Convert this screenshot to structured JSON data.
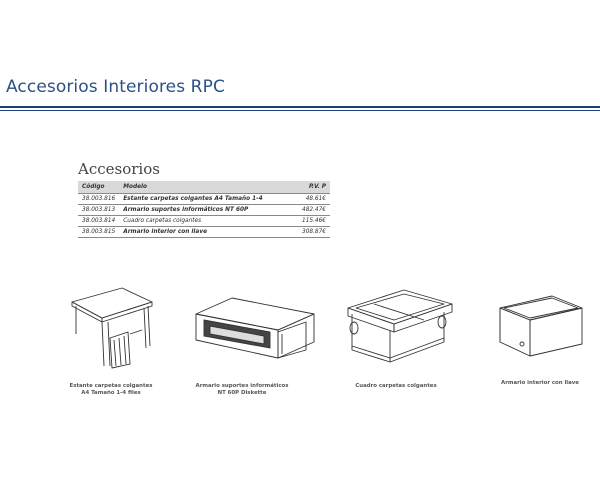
{
  "header": {
    "title": "Accesorios Interiores RPC"
  },
  "table": {
    "title": "Accesorios",
    "columns": {
      "code": "Código",
      "model": "Modelo",
      "price": "P.V. P"
    },
    "rows": [
      {
        "code": "38.003.816",
        "model": "Estante carpetas colgantes A4 Tamaño 1-4",
        "price": "48.61€"
      },
      {
        "code": "38.003.813",
        "model": "Armario suportes informáticos NT 60P",
        "price": "482.47€"
      },
      {
        "code": "38.003.814",
        "model": "Cuadro carpetas colgantes",
        "price": "115.46€"
      },
      {
        "code": "38.003.815",
        "model": "Armario interior con llave",
        "price": "308.87€"
      }
    ]
  },
  "products": [
    {
      "caption_line1": "Estante carpetas colgantes",
      "caption_line2": "A4 Tamaño 1-4 files"
    },
    {
      "caption_line1": "Armario suportes informáticos",
      "caption_line2": "NT 60P Diskette"
    },
    {
      "caption_line1": "Cuadro carpetas colgantes",
      "caption_line2": ""
    },
    {
      "caption_line1": "Armario interior con llave",
      "caption_line2": ""
    }
  ]
}
